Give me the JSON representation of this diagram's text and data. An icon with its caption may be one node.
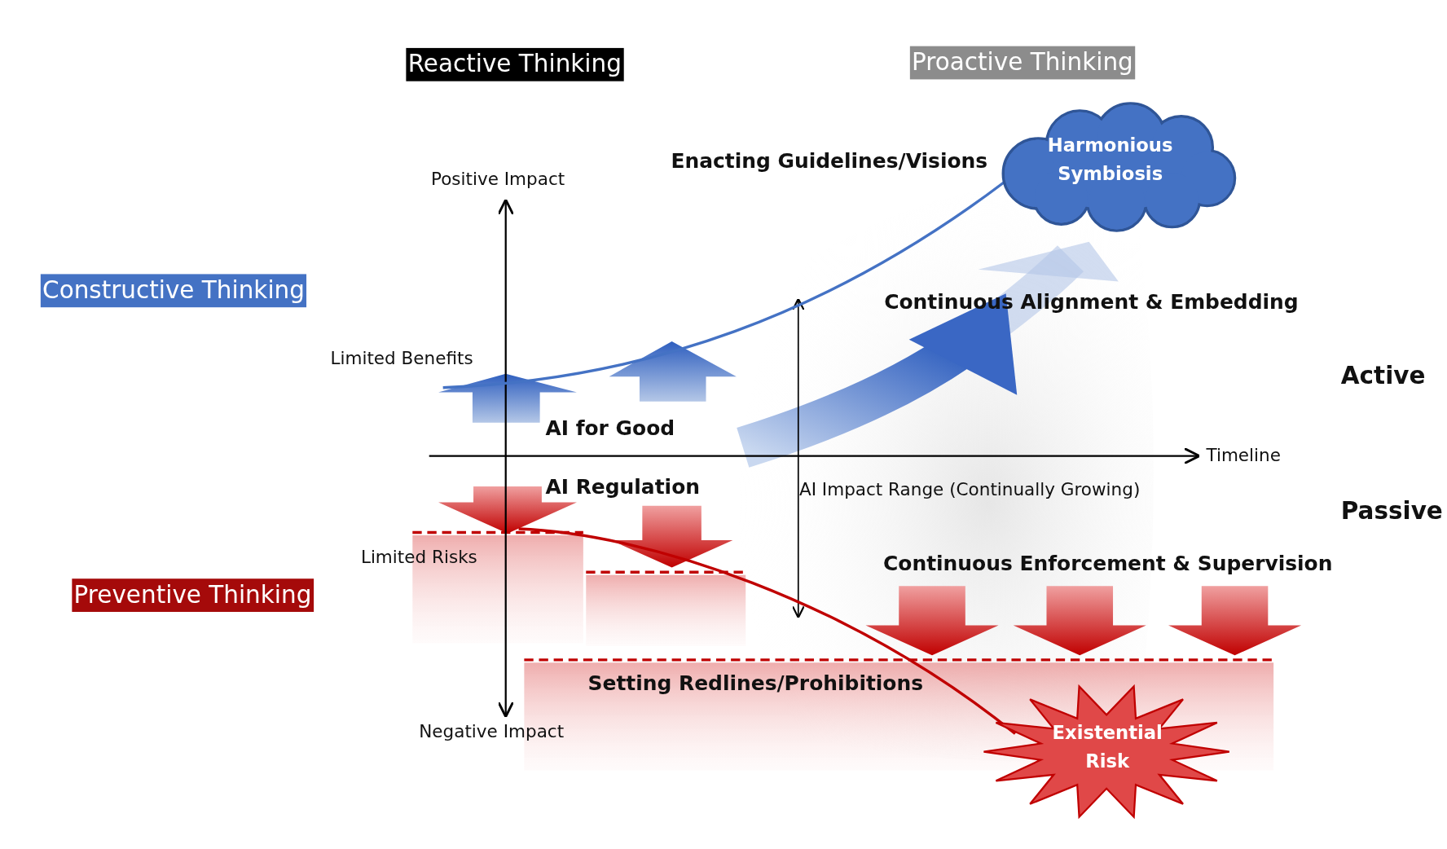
{
  "diagram": {
    "nodes": [
      {
        "text": [
          "Harmonious Symbiosis"
        ]
      },
      {
        "text": [
          "Existential Risk"
        ]
      }
    ],
    "edges": [
      {
        "from": null,
        "to": 0,
        "arrow": "none",
        "color": "#4472c4"
      },
      {
        "from": null,
        "to": 1,
        "arrow": "none",
        "color": "#c00000"
      }
    ],
    "labels": [
      "Reactive Thinking",
      "Proactive Thinking",
      "Enacting Guidelines/Visions",
      "Positive Impact",
      "Constructive Thinking",
      "Continuous Alignment & Embedding",
      "Limited Benefits",
      "Active",
      "AI for Good",
      "Timeline",
      "AI Regulation",
      "AI Impact Range (Continually Growing)",
      "Passive",
      "Limited Risks",
      "Continuous Enforcement & Supervision",
      "Preventive Thinking",
      "Setting Redlines/Prohibitions",
      "Negative Impact"
    ]
  }
}
